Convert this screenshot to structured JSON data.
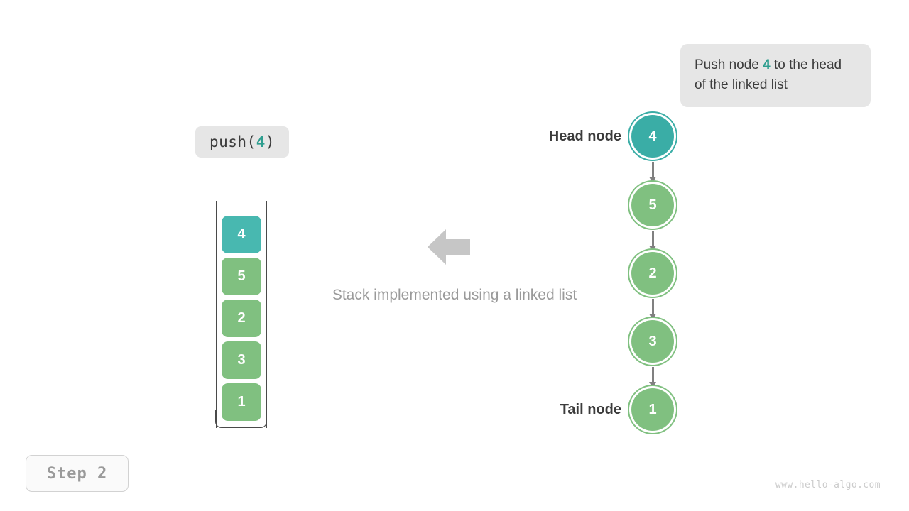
{
  "callout": {
    "text_before": "Push node ",
    "accent_value": "4",
    "text_after": " to the head of the linked list"
  },
  "operation": {
    "name": "push",
    "open_paren": "(",
    "argument": "4",
    "close_paren": ")"
  },
  "caption": "Stack implemented using a linked list",
  "stack": {
    "label": "stack-container",
    "cells": [
      {
        "value": "4",
        "color": "#48b8b0",
        "state": "highlight"
      },
      {
        "value": "5",
        "color": "#80c080",
        "state": "normal"
      },
      {
        "value": "2",
        "color": "#80c080",
        "state": "normal"
      },
      {
        "value": "3",
        "color": "#80c080",
        "state": "normal"
      },
      {
        "value": "1",
        "color": "#80c080",
        "state": "normal"
      }
    ]
  },
  "linked_list": {
    "head_label": "Head node",
    "tail_label": "Tail node",
    "nodes": [
      {
        "value": "4",
        "color": "#3aada6",
        "state": "highlight"
      },
      {
        "value": "5",
        "color": "#80c080",
        "state": "normal"
      },
      {
        "value": "2",
        "color": "#80c080",
        "state": "normal"
      },
      {
        "value": "3",
        "color": "#80c080",
        "state": "normal"
      },
      {
        "value": "1",
        "color": "#80c080",
        "state": "normal"
      }
    ]
  },
  "flow_arrow": {
    "direction": "left",
    "color": "#c6c6c6"
  },
  "step_badge": "Step 2",
  "watermark": "www.hello-algo.com",
  "colors": {
    "accent_teal": "#2e9e8f",
    "node_teal": "#3aada6",
    "cell_teal": "#48b8b0",
    "green": "#80c080",
    "chip_bg": "#e6e6e6",
    "arrow_gray": "#808080",
    "text_dark": "#3c3c3c",
    "text_muted": "#9a9a9a"
  }
}
